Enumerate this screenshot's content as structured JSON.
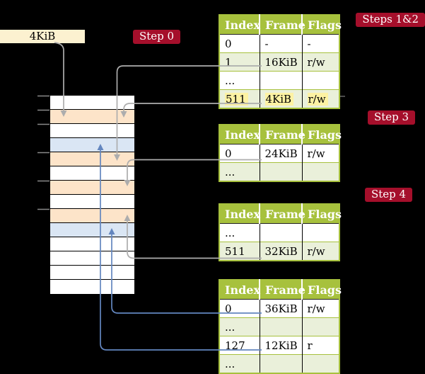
{
  "colors": {
    "background": "#000000",
    "label_bg": "#a50f2b",
    "label_text": "#ffffff",
    "header_bg": "#a7c13d",
    "header_text": "#ffffff",
    "row_shade": "#eaf0da",
    "highlight": "#fdf2a3",
    "box_bg": "#fcf1d0",
    "frame_orange": "#fde4c9",
    "frame_blue": "#dae6f4",
    "arrow_gray": "#adadad",
    "arrow_blue": "#6386bf",
    "tick_gray": "#8a8a8a"
  },
  "page_size_label": "4KiB",
  "step_labels": {
    "step0": "Step 0",
    "steps12": "Steps 1&2",
    "step3": "Step 3",
    "step4": "Step 4"
  },
  "table_headers": [
    "Index",
    "Frame",
    "Flags"
  ],
  "tables": [
    {
      "name": "page-table-steps-1-2",
      "rows": [
        {
          "cells": [
            "0",
            "-",
            "-"
          ],
          "shade": false,
          "highlight": false
        },
        {
          "cells": [
            "1",
            "16KiB",
            "r/w"
          ],
          "shade": true,
          "highlight": false
        },
        {
          "cells": [
            "...",
            "",
            ""
          ],
          "shade": false,
          "highlight": false
        },
        {
          "cells": [
            "511",
            "4KiB",
            "r/w"
          ],
          "shade": true,
          "highlight": true
        }
      ]
    },
    {
      "name": "page-table-step-3",
      "rows": [
        {
          "cells": [
            "0",
            "24KiB",
            "r/w"
          ],
          "shade": false,
          "highlight": false
        },
        {
          "cells": [
            "...",
            "",
            ""
          ],
          "shade": true,
          "highlight": false
        }
      ]
    },
    {
      "name": "page-table-step-4",
      "rows": [
        {
          "cells": [
            "...",
            "",
            ""
          ],
          "shade": false,
          "highlight": false
        },
        {
          "cells": [
            "511",
            "32KiB",
            "r/w"
          ],
          "shade": true,
          "highlight": false
        }
      ]
    },
    {
      "name": "page-table-final",
      "rows": [
        {
          "cells": [
            "0",
            "36KiB",
            "r/w"
          ],
          "shade": false,
          "highlight": false
        },
        {
          "cells": [
            "...",
            "",
            ""
          ],
          "shade": true,
          "highlight": false
        },
        {
          "cells": [
            "127",
            "12KiB",
            "r"
          ],
          "shade": false,
          "highlight": false
        },
        {
          "cells": [
            "...",
            "",
            ""
          ],
          "shade": true,
          "highlight": false
        }
      ]
    }
  ],
  "memory": {
    "rows": [
      "white",
      "orange",
      "white",
      "blue",
      "orange",
      "white",
      "orange",
      "white",
      "orange",
      "blue",
      "white",
      "white",
      "white",
      "white"
    ]
  }
}
